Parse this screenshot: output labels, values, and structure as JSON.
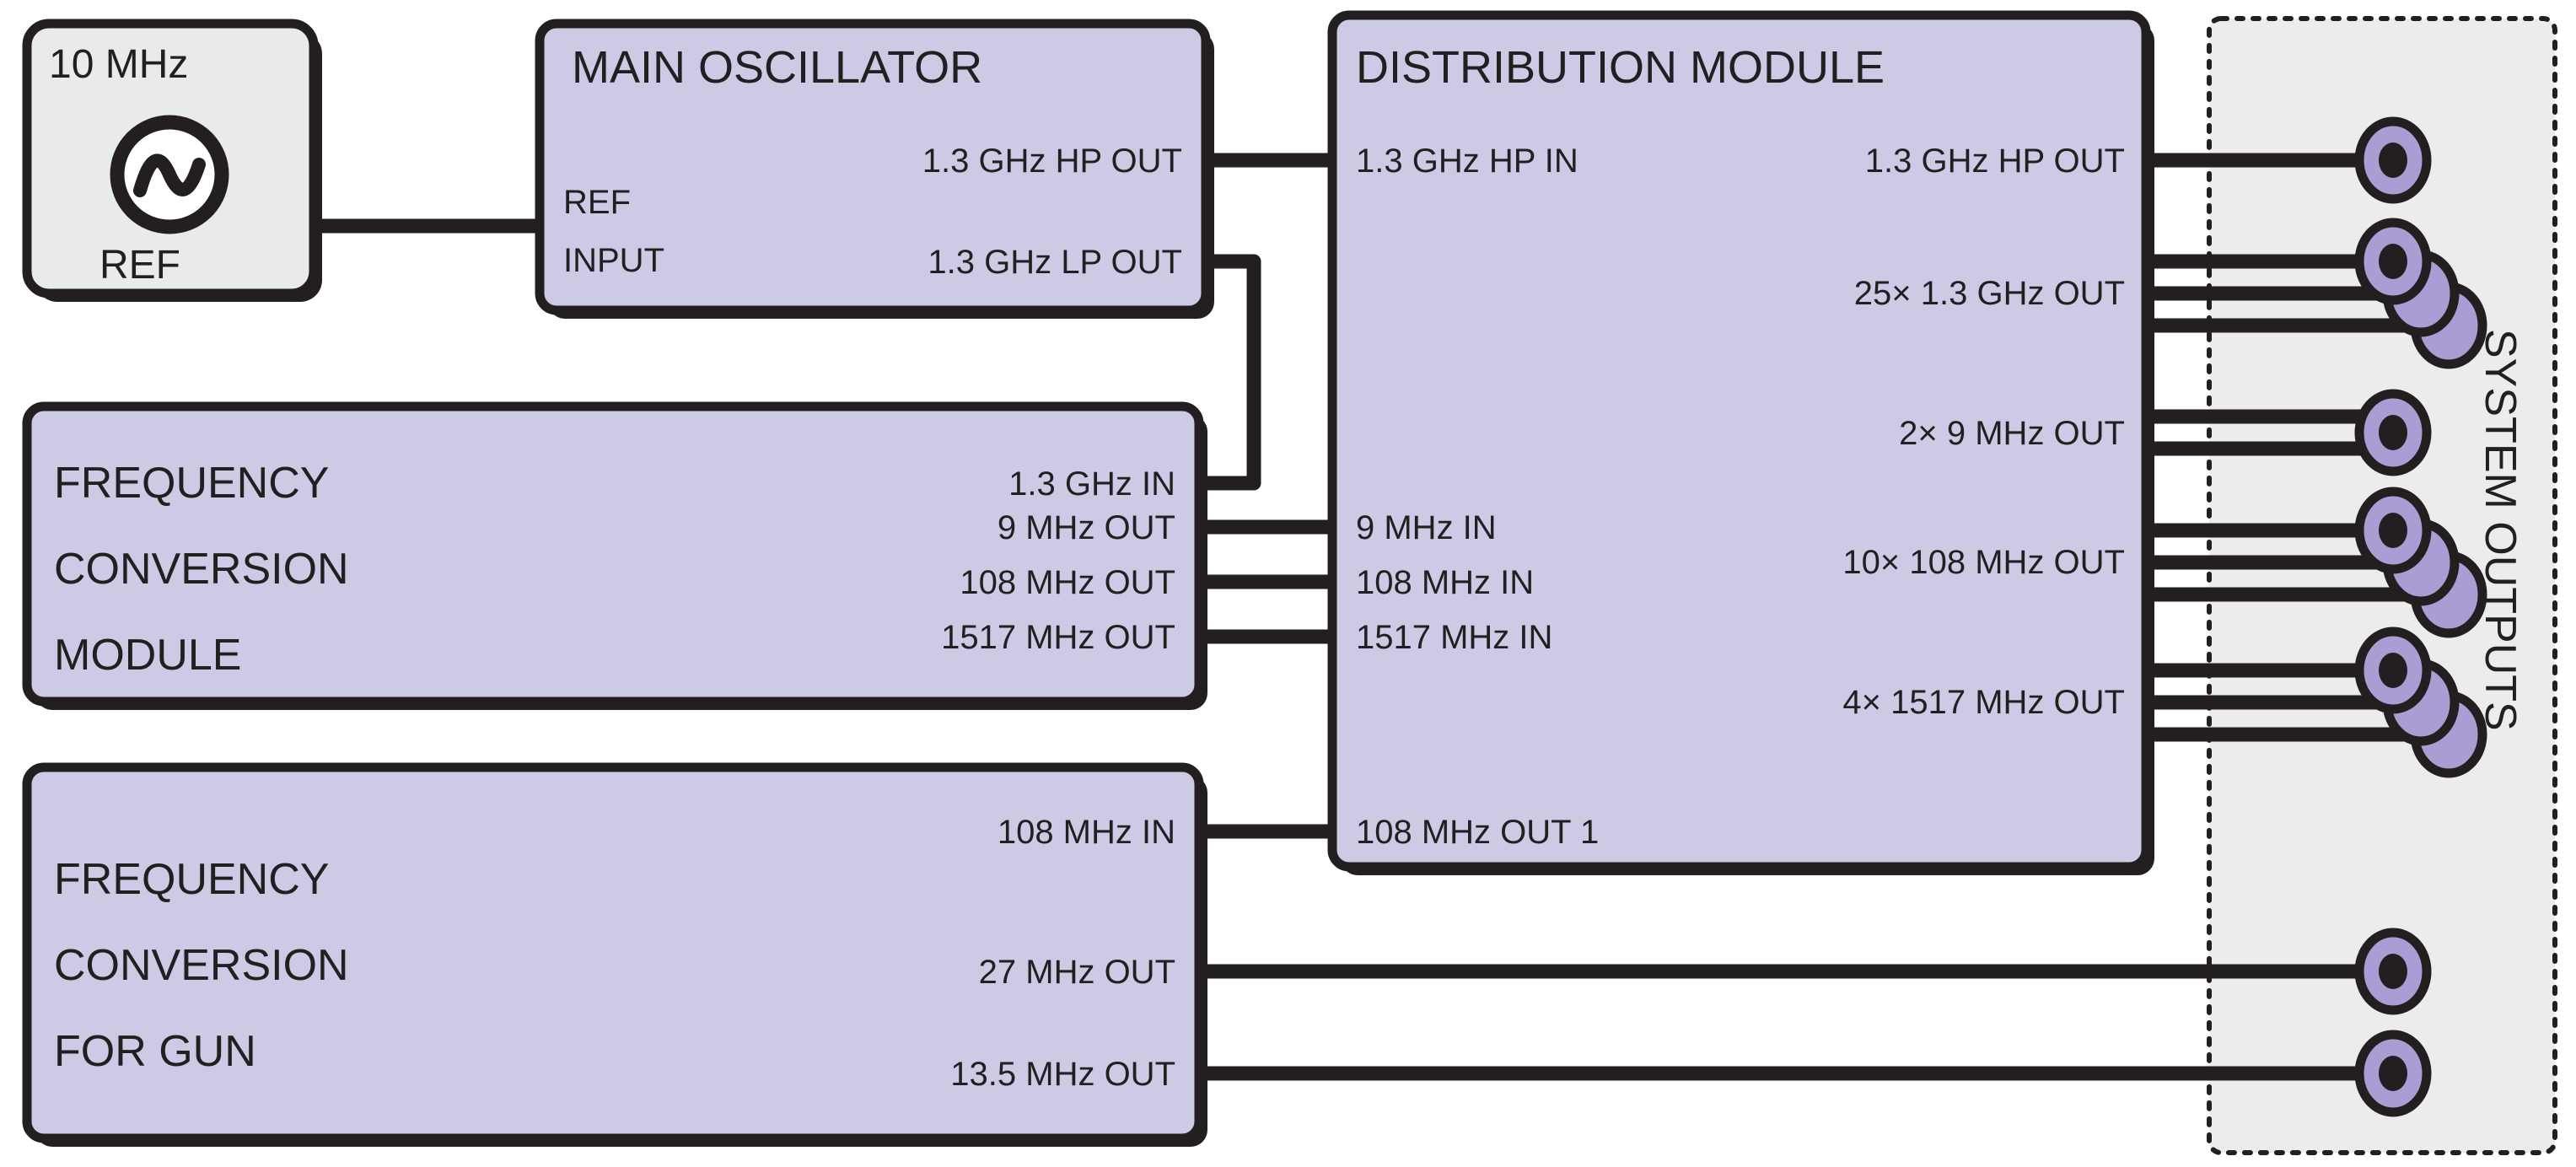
{
  "diagram": {
    "title": "RF reference distribution block diagram",
    "colors": {
      "module_fill": "#CDCAE6",
      "source_fill": "#E9EAEA",
      "connector_fill": "#AB9DD4",
      "line": "#231F20",
      "panel_fill": "#ECECEC"
    }
  },
  "source": {
    "name": "ten-mhz-reference",
    "top_label": "10 MHz",
    "bottom_label": "REF",
    "icon": "sine-wave-oscillator-icon"
  },
  "main_oscillator": {
    "title": "MAIN OSCILLATOR",
    "inputs": [
      {
        "label_line1": "REF",
        "label_line2": "INPUT"
      }
    ],
    "outputs": [
      {
        "label": "1.3 GHz HP OUT"
      },
      {
        "label": "1.3 GHz LP OUT"
      }
    ]
  },
  "distribution_module": {
    "title": "DISTRIBUTION MODULE",
    "inputs": [
      {
        "label": "1.3 GHz HP IN"
      },
      {
        "label": "9 MHz IN"
      },
      {
        "label": "108 MHz IN"
      },
      {
        "label": "1517 MHz IN"
      }
    ],
    "outputs": [
      {
        "label": "1.3 GHz HP OUT",
        "count": 1,
        "stacked": false
      },
      {
        "label": "25× 1.3 GHz OUT",
        "count": 3,
        "stacked": true
      },
      {
        "label": "2× 9 MHz OUT",
        "count": 2,
        "stacked": false
      },
      {
        "label": "10× 108 MHz OUT",
        "count": 3,
        "stacked": true
      },
      {
        "label": "4× 1517 MHz OUT",
        "count": 3,
        "stacked": true
      }
    ],
    "bottom_output": {
      "label": "108 MHz OUT 1"
    }
  },
  "frequency_conversion_module": {
    "title_lines": [
      "FREQUENCY",
      "CONVERSION",
      "MODULE"
    ],
    "ports": [
      {
        "label": "1.3 GHz IN",
        "direction": "in"
      },
      {
        "label": "9 MHz OUT",
        "direction": "out"
      },
      {
        "label": "108 MHz OUT",
        "direction": "out"
      },
      {
        "label": "1517 MHz OUT",
        "direction": "out"
      }
    ]
  },
  "frequency_conversion_for_gun": {
    "title_lines": [
      "FREQUENCY",
      "CONVERSION",
      "FOR GUN"
    ],
    "ports": [
      {
        "label": "108 MHz IN",
        "direction": "in"
      },
      {
        "label": "27 MHz OUT",
        "direction": "out"
      },
      {
        "label": "13.5 MHz OUT",
        "direction": "out"
      }
    ]
  },
  "system_outputs": {
    "label": "SYSTEM OUTPUTS",
    "connectors": [
      {
        "name": "connector-1-3ghz-hp",
        "stacked": false
      },
      {
        "name": "connector-25x-1-3ghz",
        "stacked": true
      },
      {
        "name": "connector-2x-9mhz",
        "stacked": false
      },
      {
        "name": "connector-10x-108mhz",
        "stacked": true
      },
      {
        "name": "connector-4x-1517mhz",
        "stacked": true
      },
      {
        "name": "connector-27mhz",
        "stacked": false
      },
      {
        "name": "connector-13-5mhz",
        "stacked": false
      }
    ]
  }
}
